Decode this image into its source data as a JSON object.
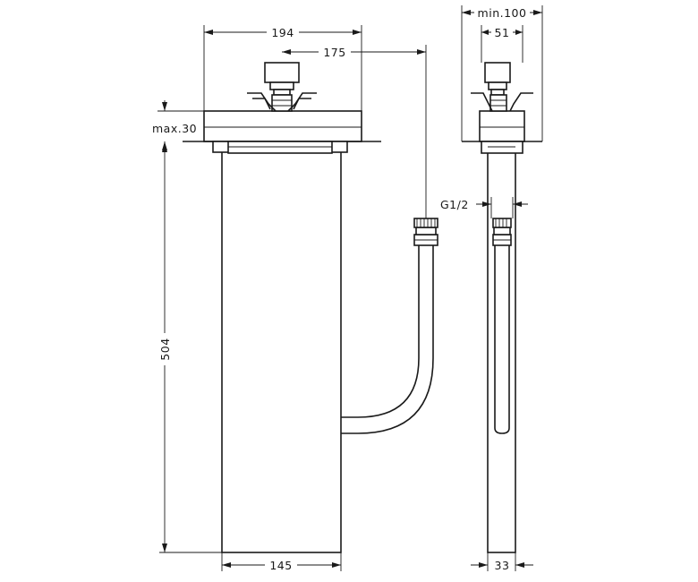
{
  "dimensions": {
    "overall_width": "194",
    "outlet_offset": "175",
    "max_depth": "max.30",
    "body_height": "504",
    "body_width": "145",
    "min_width": "min.100",
    "handle_width": "51",
    "thread_size": "G1/2",
    "side_width": "33"
  }
}
